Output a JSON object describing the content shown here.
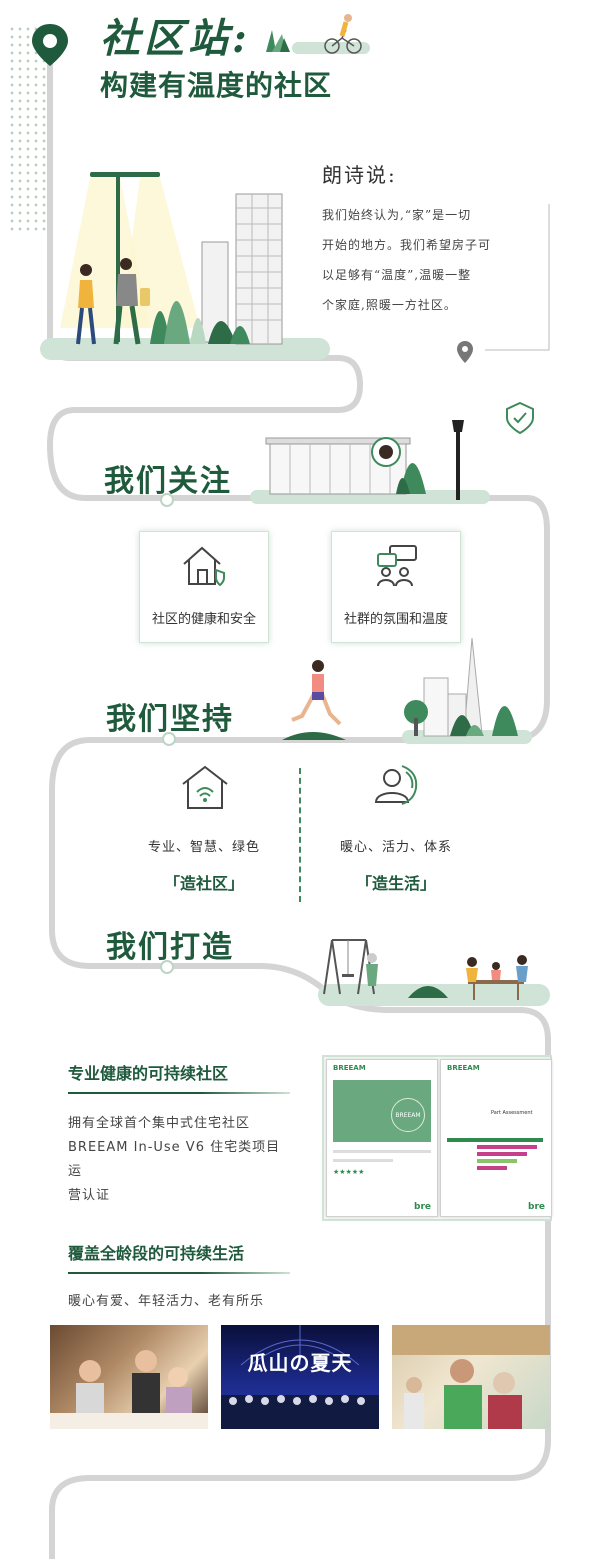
{
  "header": {
    "title_line1": "社区站:",
    "title_line2": "构建有温度的社区"
  },
  "langshi": {
    "title": "朗诗说:",
    "lines": [
      "我们始终认为,“家”是一切",
      "开始的地方。我们希望房子可",
      "以足够有“温度”,温暖一整",
      "个家庭,照暖一方社区。"
    ]
  },
  "focus": {
    "title": "我们关注",
    "cards": [
      {
        "label": "社区的健康和安全",
        "icon": "house-shield-icon"
      },
      {
        "label": "社群的氛围和温度",
        "icon": "community-chat-icon"
      }
    ]
  },
  "persist": {
    "title": "我们坚持",
    "items": [
      {
        "label": "专业、智慧、绿色",
        "strong": "「造社区」",
        "icon": "smart-home-icon"
      },
      {
        "label": "暖心、活力、体系",
        "strong": "「造生活」",
        "icon": "person-care-icon"
      }
    ]
  },
  "build": {
    "title": "我们打造",
    "block1": {
      "heading": "专业健康的可持续社区",
      "lines": [
        "拥有全球首个集中式住宅社区",
        "BREEAM In-Use V6 住宅类项目运",
        "营认证"
      ]
    },
    "certificates": [
      {
        "brand": "BREEAM",
        "footer": "bre",
        "stamp": "BREEAM"
      },
      {
        "brand": "BREEAM",
        "footer": "bre",
        "sub": "Part Assessment"
      }
    ],
    "block2": {
      "heading": "覆盖全龄段的可持续生活",
      "text": "暖心有爱、年轻活力、老有所乐"
    },
    "photos": [
      {
        "kind": "family-dinner-photo"
      },
      {
        "kind": "summer-concert-photo",
        "banner": "瓜山の夏天"
      },
      {
        "kind": "elderly-care-photo"
      }
    ]
  },
  "colors": {
    "brand_green": "#1f5a3c",
    "light_green": "#cfe3d6",
    "path_grey": "#d4d4d4"
  }
}
